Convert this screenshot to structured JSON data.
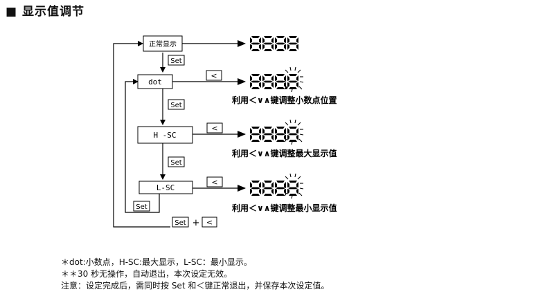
{
  "heading": {
    "bullet": "■",
    "title": "显示值调节"
  },
  "menu": {
    "normal_display": "正常显示",
    "dot": "dot",
    "h_sc": "H -SC",
    "l_sc": "L-SC"
  },
  "keys": {
    "set": "Set",
    "left": "<",
    "plus": "+"
  },
  "display": {
    "digits": "8888"
  },
  "instructions": {
    "dot": "利用＜∨∧键调整小数点位置",
    "h_sc": "利用＜∨∧键调整最大显示值",
    "l_sc": "利用＜∨∧键调整最小显示值"
  },
  "notes": [
    "＊dot:小数点，H-SC:最大显示，L-SC：最小显示。",
    "＊＊30 秒无操作，自动退出，本次设定无效。",
    "注意：设定完成后，需同时按 Set 和＜键正常退出，并保存本次设定值。"
  ]
}
